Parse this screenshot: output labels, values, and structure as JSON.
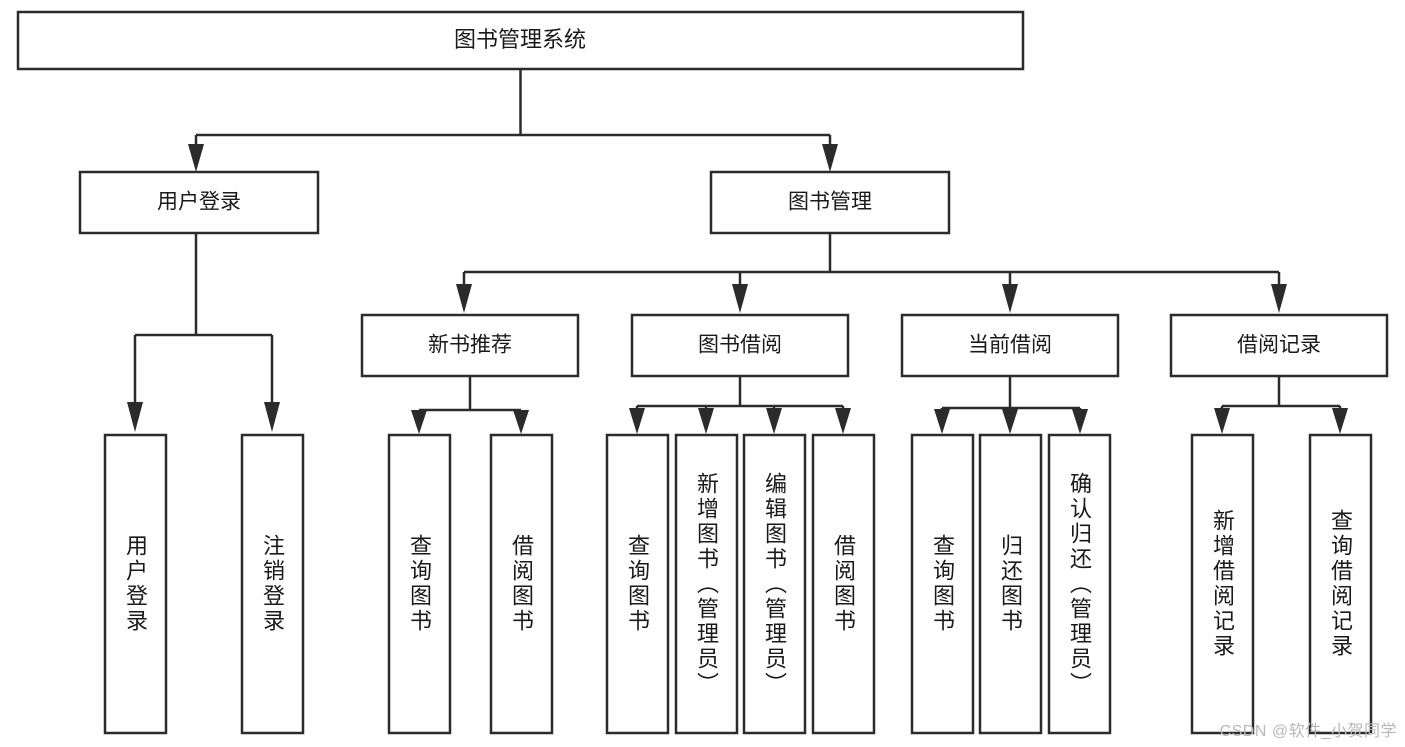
{
  "diagram": {
    "type": "hierarchy-tree",
    "title": "图书管理系统",
    "root": {
      "label": "图书管理系统"
    },
    "level2": [
      {
        "label": "用户登录"
      },
      {
        "label": "图书管理"
      }
    ],
    "level3": [
      {
        "label": "新书推荐"
      },
      {
        "label": "图书借阅"
      },
      {
        "label": "当前借阅"
      },
      {
        "label": "借阅记录"
      }
    ],
    "leaves": {
      "user_login": [
        {
          "label": "用户登录"
        },
        {
          "label": "注销登录"
        }
      ],
      "new_book_recommend": [
        {
          "label": "查询图书"
        },
        {
          "label": "借阅图书"
        }
      ],
      "book_borrow": [
        {
          "label": "查询图书"
        },
        {
          "label": "新增图书（管理员）"
        },
        {
          "label": "编辑图书（管理员）"
        },
        {
          "label": "借阅图书"
        }
      ],
      "current_borrow": [
        {
          "label": "查询图书"
        },
        {
          "label": "归还图书"
        },
        {
          "label": "确认归还（管理员）"
        }
      ],
      "borrow_record": [
        {
          "label": "新增借阅记录"
        },
        {
          "label": "查询借阅记录"
        }
      ]
    }
  },
  "watermark": {
    "text": "CSDN @软件_小贺同学"
  },
  "colors": {
    "stroke": "#2b2b2b",
    "fill": "#ffffff",
    "text": "#1a1a1a",
    "watermark": "#b8b8b8"
  }
}
